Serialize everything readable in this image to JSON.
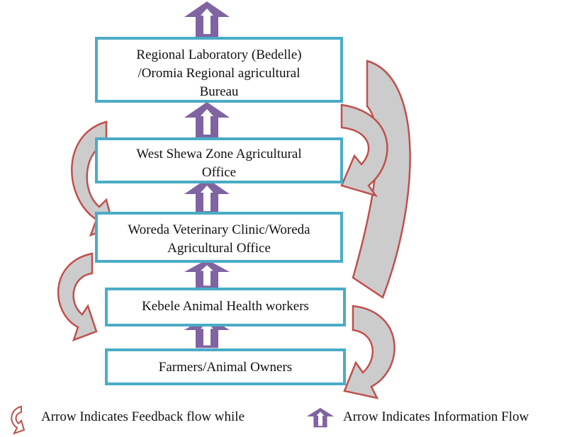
{
  "colors": {
    "box_border": "#4aacc6",
    "info_arrow": "#8064a2",
    "feedback_arrow_stroke": "#c0504d",
    "feedback_arrow_fill": "#cccccc"
  },
  "boxes": [
    {
      "id": "regional",
      "lines": [
        "Regional Laboratory (Bedelle)",
        "/Oromia Regional agricultural",
        "Bureau"
      ]
    },
    {
      "id": "zone",
      "lines": [
        "West Shewa Zone Agricultural",
        "Office"
      ]
    },
    {
      "id": "woreda",
      "lines": [
        "Woreda Veterinary Clinic/Woreda",
        "Agricultural Office"
      ]
    },
    {
      "id": "kebele",
      "lines": [
        "Kebele Animal Health workers"
      ]
    },
    {
      "id": "farmers",
      "lines": [
        "Farmers/Animal Owners"
      ]
    }
  ],
  "legend": {
    "feedback_label": "Arrow Indicates Feedback flow while",
    "information_label": "Arrow Indicates Information Flow",
    "feedback_icon": "curved-feedback-arrow-icon",
    "information_icon": "up-arrow-icon"
  }
}
